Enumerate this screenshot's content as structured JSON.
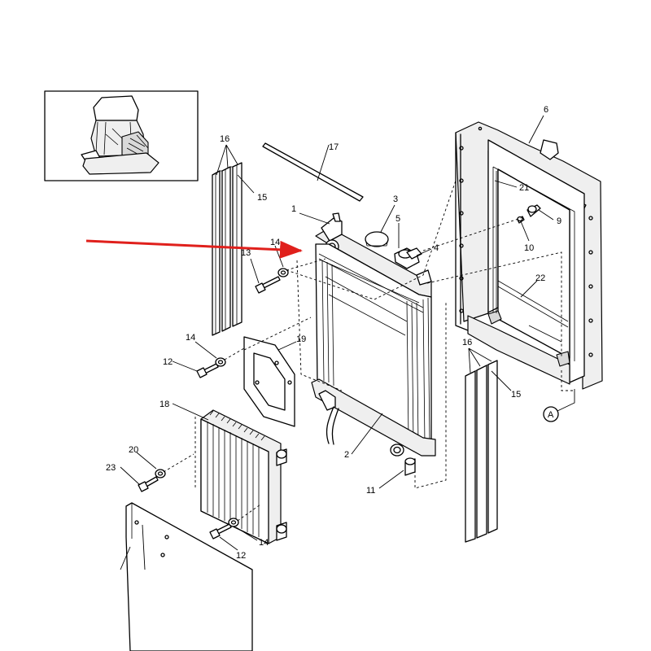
{
  "diagram": {
    "callouts": {
      "c1": "1",
      "c2": "2",
      "c3": "3",
      "c4": "4",
      "c5": "5",
      "c6": "6",
      "c9": "9",
      "c10": "10",
      "c11": "11",
      "c12a": "12",
      "c12b": "12",
      "c13": "13",
      "c14a": "14",
      "c14b": "14",
      "c14c": "14",
      "c15a": "15",
      "c15b": "15",
      "c16a": "16",
      "c16b": "16",
      "c17": "17",
      "c18": "18",
      "c19": "19",
      "c20": "20",
      "c21": "21",
      "c22": "22",
      "c23": "23",
      "refA": "A"
    },
    "colors": {
      "arrow": "#e0201c",
      "line": "#000000",
      "background": "#ffffff"
    }
  }
}
